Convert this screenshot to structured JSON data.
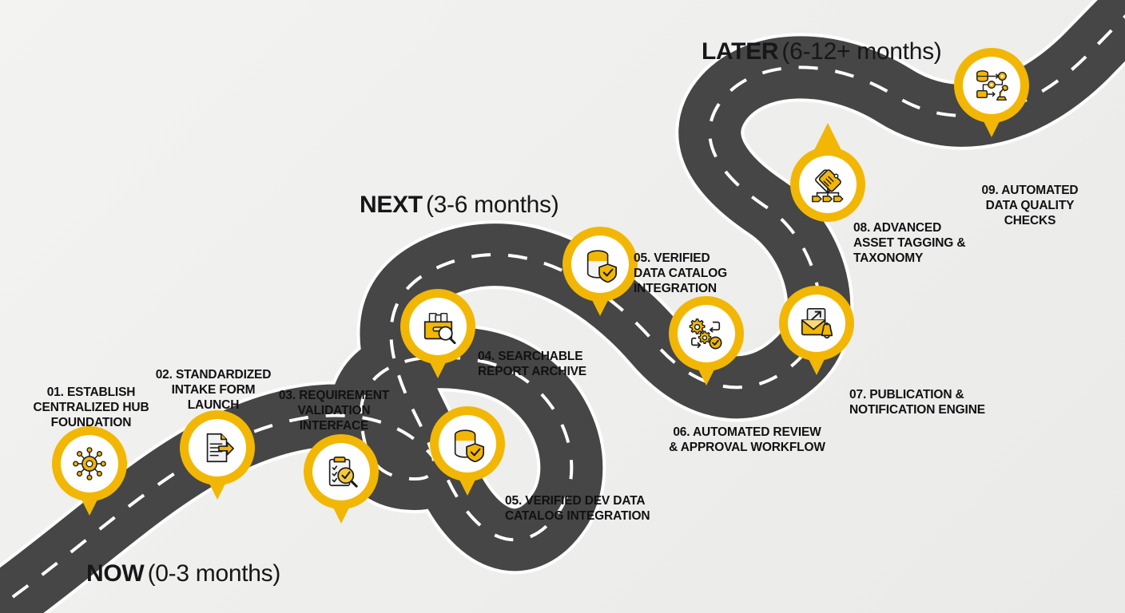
{
  "title": "Data Hub Delivery Roadmap",
  "background_color": "#f0f0ee",
  "colors": {
    "accent": "#f2b705",
    "accent_light": "#f7c93b",
    "road": "#464646",
    "road_line": "#ffffff",
    "text": "#111114"
  },
  "phases": [
    {
      "id": "now",
      "name": "NOW",
      "range": "(0-3 months)"
    },
    {
      "id": "next",
      "name": "NEXT",
      "range": "(3-6 months)"
    },
    {
      "id": "later",
      "name": "LATER",
      "range": "(6-12+ months)"
    }
  ],
  "milestones": [
    {
      "number": "01",
      "label": "01. ESTABLISH\nCENTRALIZED HUB\nFOUNDATION",
      "icon": "hub-network-icon",
      "phase": "now"
    },
    {
      "number": "02",
      "label": "02. STANDARDIZED\nINTAKE FORM\nLAUNCH",
      "icon": "document-submit-icon",
      "phase": "now"
    },
    {
      "number": "03",
      "label": "03. REQUIREMENT\nVALIDATION\nINTERFACE",
      "icon": "clipboard-magnifier-icon",
      "phase": "now"
    },
    {
      "number": "05a",
      "label": "05. VERIFIED DEV DATA\nCATALOG INTEGRATION",
      "icon": "database-shield-icon",
      "phase": "now"
    },
    {
      "number": "04",
      "label": "04. SEARCHABLE\nREPORT ARCHIVE",
      "icon": "archive-box-search-icon",
      "phase": "next"
    },
    {
      "number": "05",
      "label": "05. VERIFIED\nDATA CATALOG\nINTEGRATION",
      "icon": "database-shield-icon",
      "phase": "next"
    },
    {
      "number": "06",
      "label": "06. AUTOMATED REVIEW\n& APPROVAL WORKFLOW",
      "icon": "gears-workflow-check-icon",
      "phase": "next"
    },
    {
      "number": "07",
      "label": "07. PUBLICATION &\nNOTIFICATION ENGINE",
      "icon": "envelope-bell-icon",
      "phase": "later"
    },
    {
      "number": "08",
      "label": "08. ADVANCED\nASSET TAGGING &\nTAXONOMY",
      "icon": "tag-taxonomy-icon",
      "phase": "later"
    },
    {
      "number": "09",
      "label": "09. AUTOMATED\nDATA QUALITY\nCHECKS",
      "icon": "robot-pipeline-icon",
      "phase": "later"
    }
  ]
}
